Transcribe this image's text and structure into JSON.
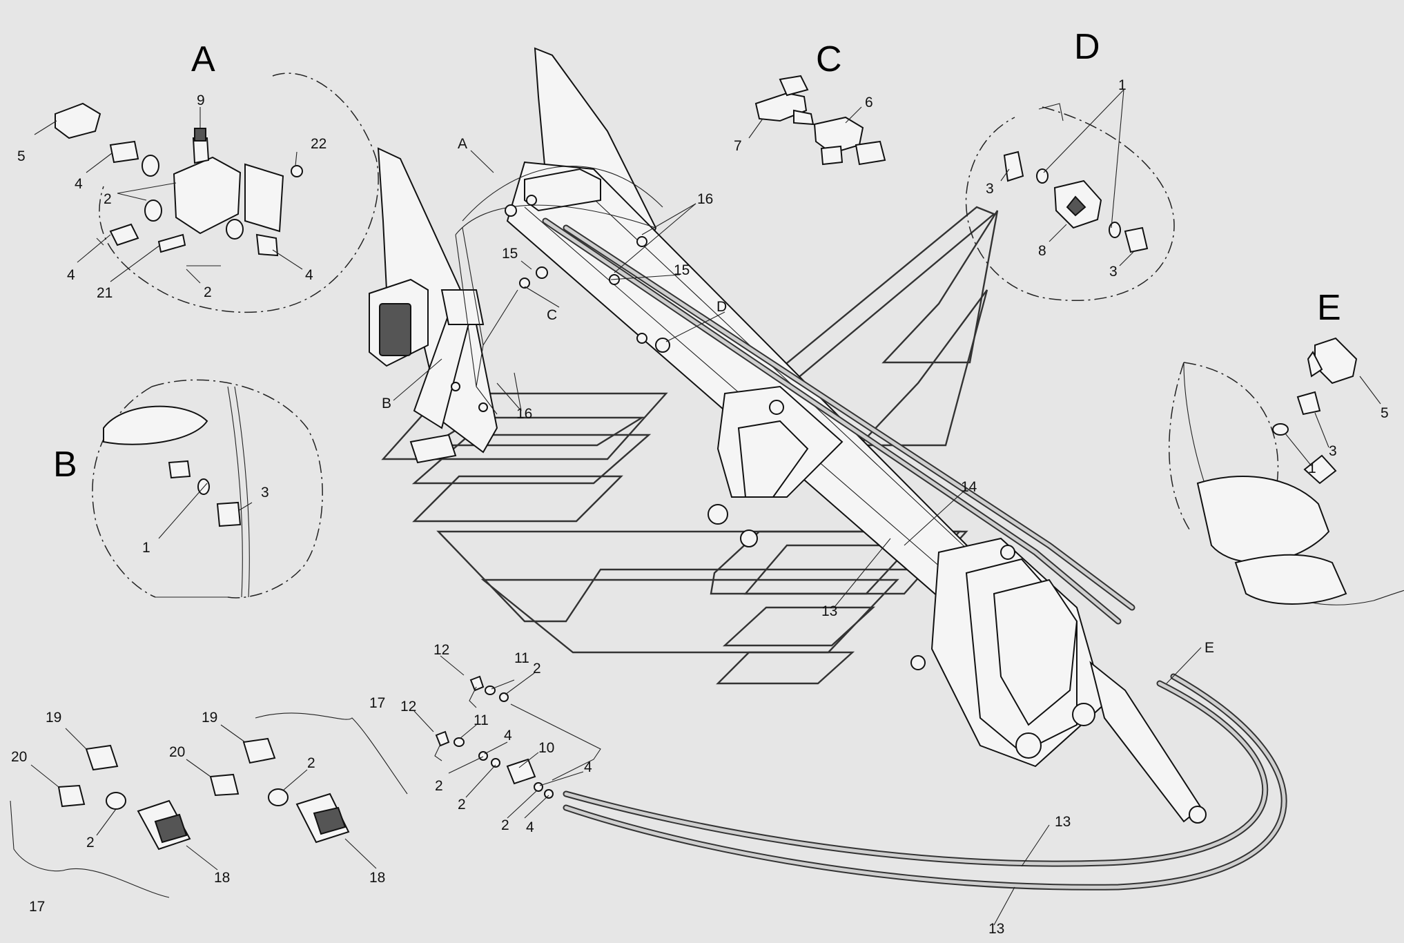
{
  "views": {
    "A": "A",
    "B": "B",
    "C": "C",
    "D": "D",
    "E": "E"
  },
  "main_refs": {
    "A": "A",
    "B": "B",
    "C": "C",
    "D": "D",
    "E": "E"
  },
  "callouts": {
    "n1": "1",
    "n2": "2",
    "n3": "3",
    "n4": "4",
    "n5": "5",
    "n6": "6",
    "n7": "7",
    "n8": "8",
    "n9": "9",
    "n10": "10",
    "n11": "11",
    "n12": "12",
    "n13": "13",
    "n14": "14",
    "n15": "15",
    "n16": "16",
    "n17": "17",
    "n18": "18",
    "n19": "19",
    "n20": "20",
    "n21": "21",
    "n22": "22"
  }
}
